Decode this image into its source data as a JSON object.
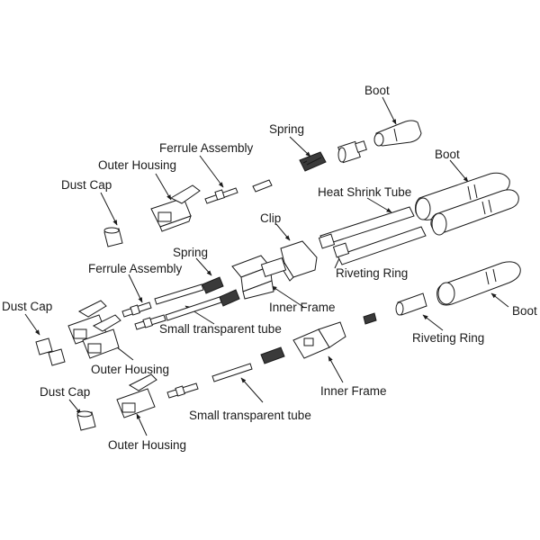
{
  "labels": {
    "boot_top": "Boot",
    "spring_top": "Spring",
    "ferrule_assembly_top": "Ferrule Assembly",
    "outer_housing_top": "Outer Housing",
    "dust_cap_top": "Dust Cap",
    "boot_right": "Boot",
    "heat_shrink_tube": "Heat Shrink Tube",
    "clip": "Clip",
    "riveting_ring_upper": "Riveting Ring",
    "spring_mid": "Spring",
    "ferrule_assembly_mid": "Ferrule Assembly",
    "inner_frame_upper": "Inner Frame",
    "boot_lower": "Boot",
    "dust_cap_mid": "Dust Cap",
    "small_transparent_tube_upper": "Small transparent tube",
    "riveting_ring_lower": "Riveting Ring",
    "outer_housing_mid": "Outer Housing",
    "inner_frame_lower": "Inner Frame",
    "dust_cap_bottom": "Dust Cap",
    "small_transparent_tube_lower": "Small transparent tube",
    "outer_housing_bottom": "Outer Housing"
  }
}
